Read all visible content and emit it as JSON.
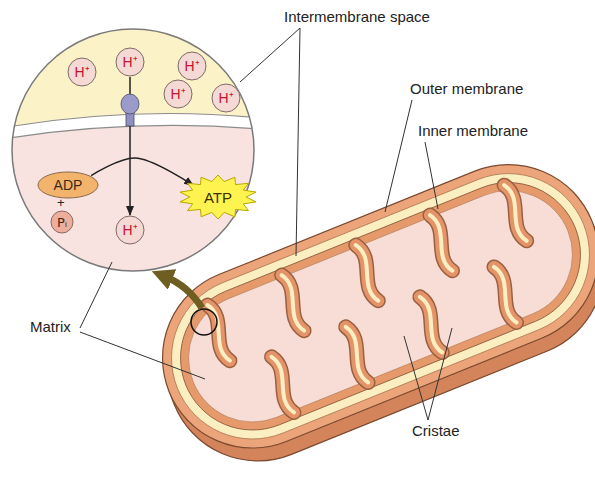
{
  "diagram": {
    "nodes": [
      {
        "text": [
          "H⁺"
        ]
      },
      {
        "text": [
          "H⁺"
        ]
      },
      {
        "text": [
          "H⁺"
        ]
      },
      {
        "text": [
          "H⁺"
        ]
      },
      {
        "text": [
          "H⁺"
        ]
      },
      {
        "text": [
          "ADP"
        ]
      },
      {
        "text": [
          "ATP"
        ]
      },
      {
        "text": [
          "Pᵢ"
        ]
      },
      {
        "text": [
          "H⁺"
        ]
      }
    ],
    "edges": [
      {
        "from": 5,
        "to": 6,
        "arrow": "to"
      },
      {
        "from": 1,
        "to": 8,
        "arrow": "to"
      }
    ],
    "labels": [
      "Intermembrane space",
      "Outer membrane",
      "Inner membrane",
      "+",
      "Matrix",
      "Cristae"
    ]
  }
}
